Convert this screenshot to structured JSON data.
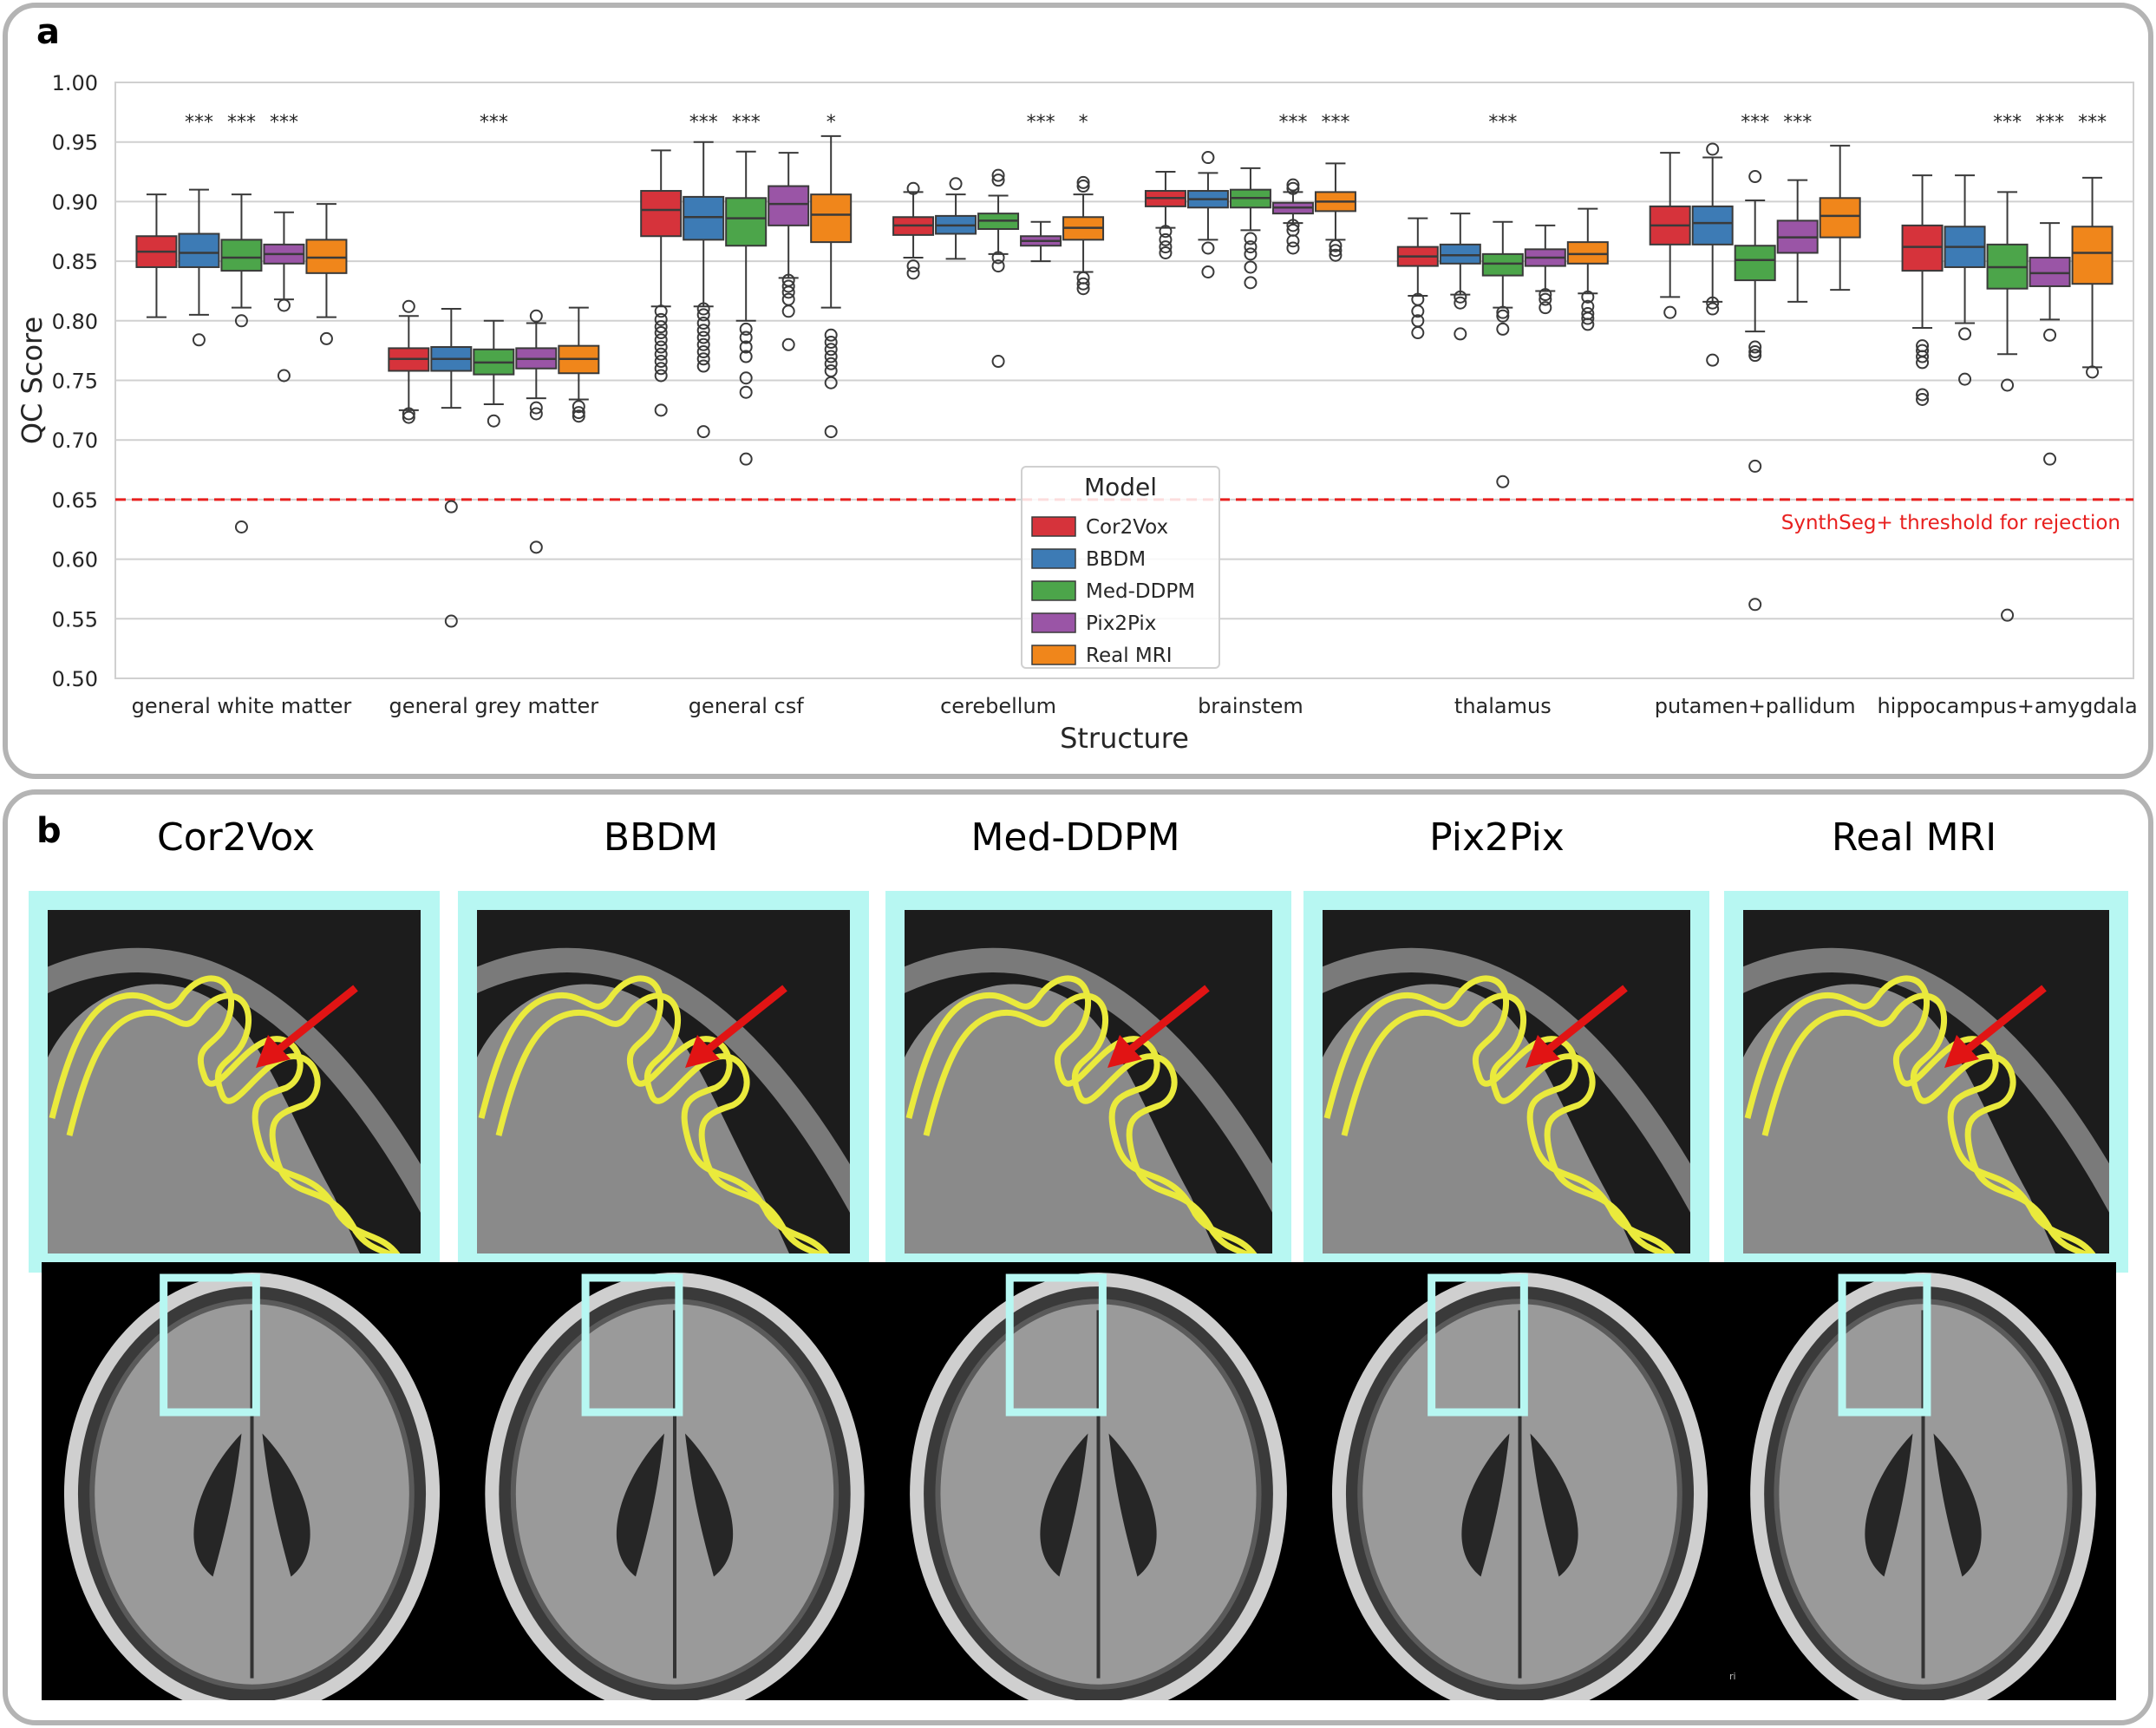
{
  "panel_a": {
    "letter": "a"
  },
  "panel_b": {
    "letter": "b",
    "models": [
      "Cor2Vox",
      "BBDM",
      "Med-DDPM",
      "Pix2Pix",
      "Real MRI"
    ],
    "corner_mark": "ri"
  },
  "colors": {
    "Cor2Vox": "#d6333b",
    "BBDM": "#3d7bb5",
    "Med-DDPM": "#4ca54a",
    "Pix2Pix": "#9a55a6",
    "Real MRI": "#f0861b",
    "threshold": "#e8201f",
    "frame": "#b7f7f2",
    "outline": "#eaea3c",
    "arrow": "#e11414"
  },
  "chart_data": {
    "type": "box",
    "xlabel": "Structure",
    "ylabel": "QC Score",
    "ylim": [
      0.5,
      1.0
    ],
    "yticks": [
      "0.50",
      "0.55",
      "0.60",
      "0.65",
      "0.70",
      "0.75",
      "0.80",
      "0.85",
      "0.90",
      "0.95",
      "1.00"
    ],
    "grid": true,
    "categories": [
      "general white matter",
      "general grey matter",
      "general csf",
      "cerebellum",
      "brainstem",
      "thalamus",
      "putamen+pallidum",
      "hippocampus+amygdala"
    ],
    "legend": {
      "title": "Model",
      "position": "center-bottom",
      "entries": [
        "Cor2Vox",
        "BBDM",
        "Med-DDPM",
        "Pix2Pix",
        "Real MRI"
      ]
    },
    "threshold": {
      "value": 0.65,
      "label": "SynthSeg+ threshold for rejection"
    },
    "significance": [
      [
        "",
        "***",
        "***",
        "***"
      ],
      [
        "",
        "",
        "***",
        ""
      ],
      [
        "",
        "***",
        "***",
        "",
        "*"
      ],
      [
        "",
        "",
        "",
        "***",
        "*"
      ],
      [
        "",
        "",
        "",
        "***",
        "***"
      ],
      [
        "",
        "",
        "***",
        "",
        ""
      ],
      [
        "",
        "",
        "***",
        "***",
        ""
      ],
      [
        "",
        "",
        "***",
        "***",
        "***"
      ]
    ],
    "series": [
      {
        "name": "Cor2Vox",
        "boxes": [
          {
            "wl": 0.803,
            "q1": 0.845,
            "med": 0.858,
            "q3": 0.871,
            "wh": 0.906,
            "out": []
          },
          {
            "wl": 0.725,
            "q1": 0.758,
            "med": 0.768,
            "q3": 0.777,
            "wh": 0.804,
            "out": [
              0.812,
              0.722,
              0.719
            ]
          },
          {
            "wl": 0.812,
            "q1": 0.871,
            "med": 0.893,
            "q3": 0.909,
            "wh": 0.943,
            "out": [
              0.808,
              0.801,
              0.795,
              0.79,
              0.784,
              0.778,
              0.772,
              0.766,
              0.76,
              0.754,
              0.725
            ]
          },
          {
            "wl": 0.853,
            "q1": 0.872,
            "med": 0.88,
            "q3": 0.887,
            "wh": 0.908,
            "out": [
              0.911,
              0.846,
              0.84
            ]
          },
          {
            "wl": 0.878,
            "q1": 0.896,
            "med": 0.903,
            "q3": 0.909,
            "wh": 0.925,
            "out": [
              0.875,
              0.868,
              0.862,
              0.857
            ]
          },
          {
            "wl": 0.821,
            "q1": 0.846,
            "med": 0.854,
            "q3": 0.862,
            "wh": 0.886,
            "out": [
              0.818,
              0.808,
              0.8,
              0.79
            ]
          },
          {
            "wl": 0.82,
            "q1": 0.864,
            "med": 0.88,
            "q3": 0.896,
            "wh": 0.941,
            "out": [
              0.807
            ]
          },
          {
            "wl": 0.794,
            "q1": 0.842,
            "med": 0.862,
            "q3": 0.88,
            "wh": 0.922,
            "out": [
              0.779,
              0.775,
              0.77,
              0.765,
              0.738,
              0.734
            ]
          }
        ]
      },
      {
        "name": "BBDM",
        "boxes": [
          {
            "wl": 0.805,
            "q1": 0.845,
            "med": 0.857,
            "q3": 0.873,
            "wh": 0.91,
            "out": [
              0.784
            ]
          },
          {
            "wl": 0.727,
            "q1": 0.758,
            "med": 0.768,
            "q3": 0.778,
            "wh": 0.81,
            "out": [
              0.644,
              0.548
            ]
          },
          {
            "wl": 0.812,
            "q1": 0.868,
            "med": 0.887,
            "q3": 0.904,
            "wh": 0.95,
            "out": [
              0.81,
              0.805,
              0.798,
              0.792,
              0.786,
              0.78,
              0.774,
              0.768,
              0.762,
              0.707
            ]
          },
          {
            "wl": 0.852,
            "q1": 0.873,
            "med": 0.88,
            "q3": 0.888,
            "wh": 0.906,
            "out": [
              0.915
            ]
          },
          {
            "wl": 0.868,
            "q1": 0.895,
            "med": 0.902,
            "q3": 0.909,
            "wh": 0.924,
            "out": [
              0.937,
              0.861,
              0.841
            ]
          },
          {
            "wl": 0.822,
            "q1": 0.848,
            "med": 0.855,
            "q3": 0.864,
            "wh": 0.89,
            "out": [
              0.82,
              0.815,
              0.789
            ]
          },
          {
            "wl": 0.816,
            "q1": 0.864,
            "med": 0.882,
            "q3": 0.896,
            "wh": 0.937,
            "out": [
              0.944,
              0.815,
              0.81,
              0.767
            ]
          },
          {
            "wl": 0.798,
            "q1": 0.845,
            "med": 0.862,
            "q3": 0.879,
            "wh": 0.922,
            "out": [
              0.789,
              0.751
            ]
          }
        ]
      },
      {
        "name": "Med-DDPM",
        "boxes": [
          {
            "wl": 0.811,
            "q1": 0.842,
            "med": 0.853,
            "q3": 0.868,
            "wh": 0.906,
            "out": [
              0.8,
              0.627
            ]
          },
          {
            "wl": 0.73,
            "q1": 0.755,
            "med": 0.765,
            "q3": 0.776,
            "wh": 0.8,
            "out": [
              0.716
            ]
          },
          {
            "wl": 0.8,
            "q1": 0.863,
            "med": 0.886,
            "q3": 0.903,
            "wh": 0.942,
            "out": [
              0.793,
              0.786,
              0.778,
              0.77,
              0.752,
              0.74,
              0.684
            ]
          },
          {
            "wl": 0.856,
            "q1": 0.877,
            "med": 0.884,
            "q3": 0.89,
            "wh": 0.905,
            "out": [
              0.922,
              0.918,
              0.853,
              0.846,
              0.766
            ]
          },
          {
            "wl": 0.876,
            "q1": 0.895,
            "med": 0.903,
            "q3": 0.91,
            "wh": 0.928,
            "out": [
              0.869,
              0.862,
              0.856,
              0.845,
              0.832
            ]
          },
          {
            "wl": 0.811,
            "q1": 0.838,
            "med": 0.848,
            "q3": 0.856,
            "wh": 0.883,
            "out": [
              0.807,
              0.804,
              0.793,
              0.665
            ]
          },
          {
            "wl": 0.791,
            "q1": 0.834,
            "med": 0.851,
            "q3": 0.863,
            "wh": 0.901,
            "out": [
              0.921,
              0.778,
              0.774,
              0.771,
              0.678,
              0.562
            ]
          },
          {
            "wl": 0.772,
            "q1": 0.827,
            "med": 0.845,
            "q3": 0.864,
            "wh": 0.908,
            "out": [
              0.746,
              0.553
            ]
          }
        ]
      },
      {
        "name": "Pix2Pix",
        "boxes": [
          {
            "wl": 0.818,
            "q1": 0.848,
            "med": 0.856,
            "q3": 0.864,
            "wh": 0.891,
            "out": [
              0.813,
              0.754
            ]
          },
          {
            "wl": 0.735,
            "q1": 0.76,
            "med": 0.768,
            "q3": 0.777,
            "wh": 0.798,
            "out": [
              0.804,
              0.727,
              0.722,
              0.61
            ]
          },
          {
            "wl": 0.836,
            "q1": 0.88,
            "med": 0.898,
            "q3": 0.913,
            "wh": 0.941,
            "out": [
              0.834,
              0.829,
              0.824,
              0.818,
              0.808,
              0.78
            ]
          },
          {
            "wl": 0.85,
            "q1": 0.863,
            "med": 0.867,
            "q3": 0.871,
            "wh": 0.883,
            "out": []
          },
          {
            "wl": 0.882,
            "q1": 0.89,
            "med": 0.895,
            "q3": 0.899,
            "wh": 0.908,
            "out": [
              0.914,
              0.911,
              0.88,
              0.876,
              0.867,
              0.861
            ]
          },
          {
            "wl": 0.825,
            "q1": 0.846,
            "med": 0.853,
            "q3": 0.86,
            "wh": 0.88,
            "out": [
              0.822,
              0.818,
              0.811
            ]
          },
          {
            "wl": 0.816,
            "q1": 0.857,
            "med": 0.87,
            "q3": 0.884,
            "wh": 0.918,
            "out": []
          },
          {
            "wl": 0.801,
            "q1": 0.829,
            "med": 0.84,
            "q3": 0.853,
            "wh": 0.882,
            "out": [
              0.788,
              0.684
            ]
          }
        ]
      },
      {
        "name": "Real MRI",
        "boxes": [
          {
            "wl": 0.803,
            "q1": 0.84,
            "med": 0.853,
            "q3": 0.868,
            "wh": 0.898,
            "out": [
              0.785
            ]
          },
          {
            "wl": 0.734,
            "q1": 0.756,
            "med": 0.768,
            "q3": 0.779,
            "wh": 0.811,
            "out": [
              0.728,
              0.723,
              0.72
            ]
          },
          {
            "wl": 0.811,
            "q1": 0.866,
            "med": 0.889,
            "q3": 0.906,
            "wh": 0.955,
            "out": [
              0.788,
              0.782,
              0.776,
              0.77,
              0.764,
              0.758,
              0.748,
              0.707
            ]
          },
          {
            "wl": 0.841,
            "q1": 0.868,
            "med": 0.878,
            "q3": 0.887,
            "wh": 0.906,
            "out": [
              0.916,
              0.913,
              0.836,
              0.831,
              0.827
            ]
          },
          {
            "wl": 0.868,
            "q1": 0.892,
            "med": 0.9,
            "q3": 0.908,
            "wh": 0.932,
            "out": [
              0.863,
              0.859,
              0.855
            ]
          },
          {
            "wl": 0.823,
            "q1": 0.848,
            "med": 0.856,
            "q3": 0.866,
            "wh": 0.894,
            "out": [
              0.82,
              0.812,
              0.806,
              0.802,
              0.797
            ]
          },
          {
            "wl": 0.826,
            "q1": 0.87,
            "med": 0.888,
            "q3": 0.903,
            "wh": 0.947,
            "out": []
          },
          {
            "wl": 0.761,
            "q1": 0.831,
            "med": 0.857,
            "q3": 0.879,
            "wh": 0.92,
            "out": [
              0.757
            ]
          }
        ]
      }
    ]
  }
}
